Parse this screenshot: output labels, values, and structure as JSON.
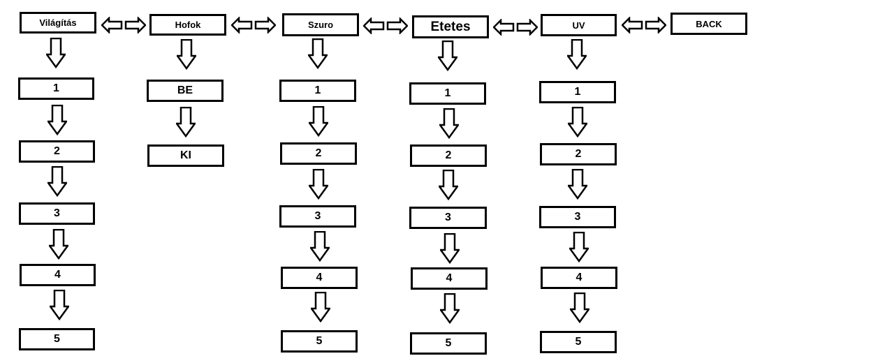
{
  "columns": [
    {
      "header": "Világítás",
      "items": [
        "1",
        "2",
        "3",
        "4",
        "5"
      ]
    },
    {
      "header": "Hofok",
      "items": [
        "BE",
        "KI"
      ]
    },
    {
      "header": "Szuro",
      "items": [
        "1",
        "2",
        "3",
        "4",
        "5"
      ]
    },
    {
      "header": "Etetes",
      "items": [
        "1",
        "2",
        "3",
        "4",
        "5"
      ]
    },
    {
      "header": "UV",
      "items": [
        "1",
        "2",
        "3",
        "4",
        "5"
      ]
    },
    {
      "header": "BACK",
      "items": []
    }
  ],
  "icons": {
    "down_arrow": "down-arrow-icon",
    "horizontal_arrow": "double-arrow-icon"
  },
  "colors": {
    "stroke": "#000000",
    "fill": "#ffffff"
  }
}
